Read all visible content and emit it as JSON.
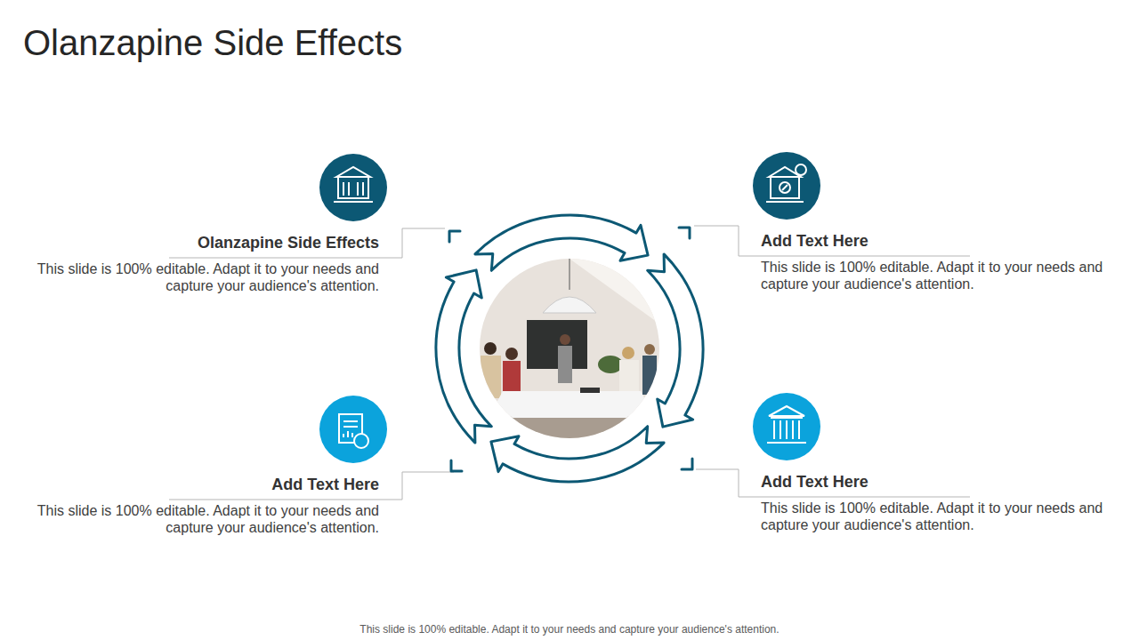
{
  "diagram": {
    "title": "Olanzapine Side Effects",
    "caption": "This slide is 100% editable. Adapt it to your needs and capture your audience's attention.",
    "nodes": [
      {
        "text": [
          "Olanzapine Side Effects",
          "This slide is 100% editable. Adapt it to your needs and capture your audience's attention."
        ]
      },
      {
        "text": [
          "Add Text Here",
          "This slide is 100% editable. Adapt it to your needs and capture your audience's attention."
        ]
      },
      {
        "text": [
          "Add Text Here",
          "This slide is 100% editable. Adapt it to your needs and capture your audience's attention."
        ]
      },
      {
        "text": [
          "Add Text Here",
          "This slide is 100% editable. Adapt it to your needs and capture your audience's attention."
        ]
      }
    ]
  }
}
